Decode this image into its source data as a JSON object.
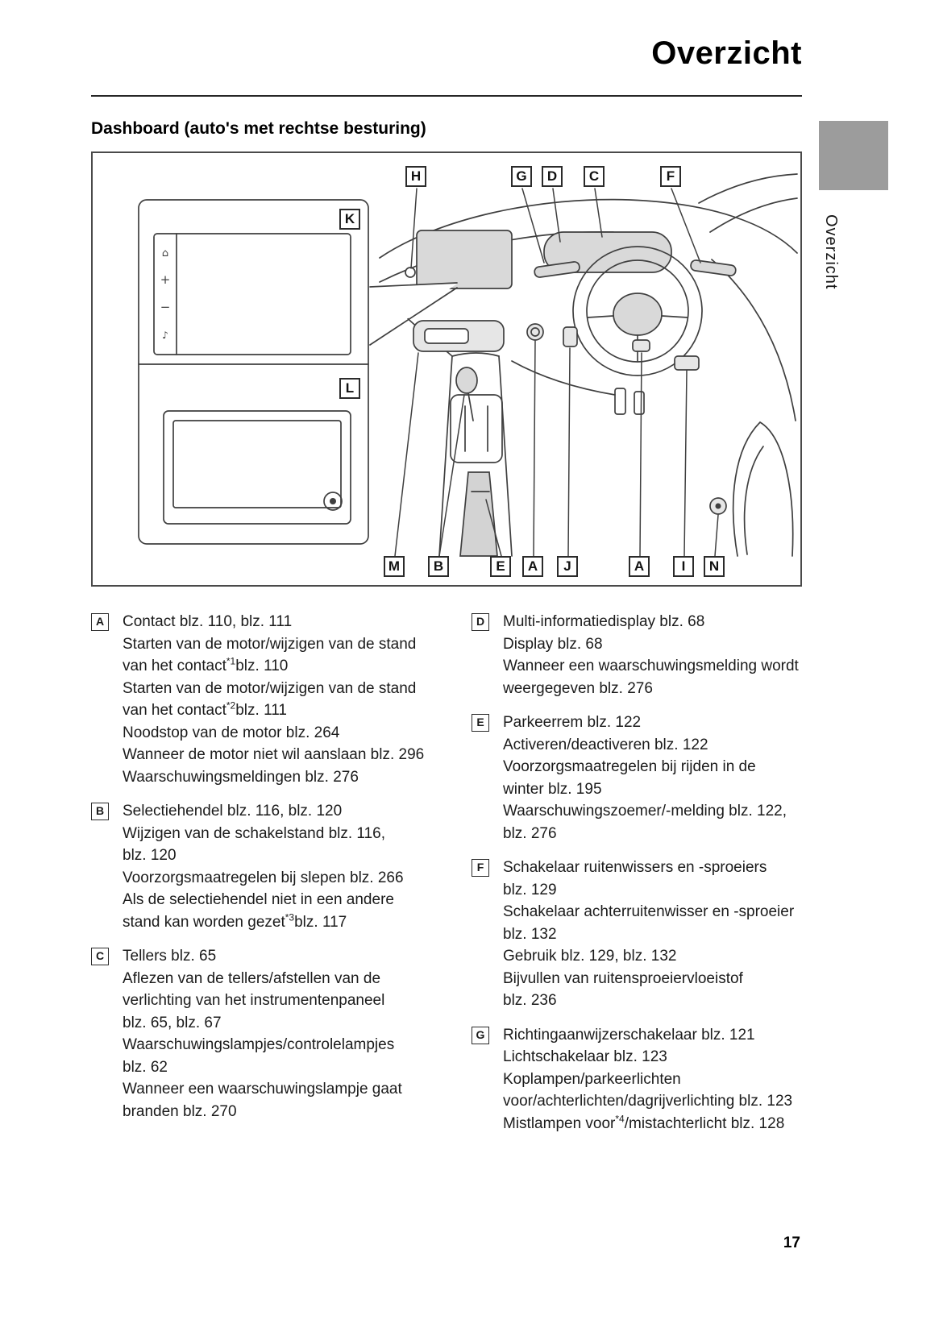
{
  "page": {
    "title": "Overzicht",
    "side_tab_label": "Overzicht",
    "heading": "Dashboard (auto's met rechtse besturing)",
    "page_number": "17"
  },
  "diagram": {
    "top_labels": [
      "H",
      "G",
      "D",
      "C",
      "F"
    ],
    "inset_labels": [
      "K",
      "L"
    ],
    "bottom_labels": [
      "M",
      "B",
      "E",
      "A",
      "J",
      "A",
      "I",
      "N"
    ],
    "screen_icons": {
      "home": "⌂",
      "plus": "+",
      "minus": "−",
      "media": "♪"
    }
  },
  "legend": {
    "left": [
      {
        "label": "A",
        "entries": [
          [
            {
              "t": "Contact blz. 110, blz. 111"
            }
          ],
          [
            {
              "t": "Starten van de motor/wijzigen van de stand van het contact"
            },
            {
              "t": "*1",
              "sup": true
            },
            {
              "t": "blz. 110"
            }
          ],
          [
            {
              "t": "Starten van de motor/wijzigen van de stand van het contact"
            },
            {
              "t": "*2",
              "sup": true
            },
            {
              "t": "blz. 111"
            }
          ],
          [
            {
              "t": "Noodstop van de motor blz. 264"
            }
          ],
          [
            {
              "t": "Wanneer de motor niet wil aanslaan blz. 296"
            }
          ],
          [
            {
              "t": "Waarschuwingsmeldingen blz. 276"
            }
          ]
        ]
      },
      {
        "label": "B",
        "entries": [
          [
            {
              "t": "Selectiehendel blz. 116, blz. 120"
            }
          ],
          [
            {
              "t": "Wijzigen van de schakelstand blz. 116, blz. 120"
            }
          ],
          [
            {
              "t": "Voorzorgsmaatregelen bij slepen blz. 266"
            }
          ],
          [
            {
              "t": "Als de selectiehendel niet in een andere stand kan worden gezet"
            },
            {
              "t": "*3",
              "sup": true
            },
            {
              "t": "blz. 117"
            }
          ]
        ]
      },
      {
        "label": "C",
        "entries": [
          [
            {
              "t": "Tellers blz. 65"
            }
          ],
          [
            {
              "t": "Aflezen van de tellers/afstellen van de verlichting van het instrumentenpaneel blz. 65, blz. 67"
            }
          ],
          [
            {
              "t": "Waarschuwingslampjes/controlelampjes blz. 62"
            }
          ],
          [
            {
              "t": "Wanneer een waarschuwingslampje gaat branden blz. 270"
            }
          ]
        ]
      }
    ],
    "right": [
      {
        "label": "D",
        "entries": [
          [
            {
              "t": "Multi-informatiedisplay blz. 68"
            }
          ],
          [
            {
              "t": "Display blz. 68"
            }
          ],
          [
            {
              "t": "Wanneer een waarschuwingsmelding wordt weergegeven blz. 276"
            }
          ]
        ]
      },
      {
        "label": "E",
        "entries": [
          [
            {
              "t": "Parkeerrem blz. 122"
            }
          ],
          [
            {
              "t": "Activeren/deactiveren blz. 122"
            }
          ],
          [
            {
              "t": "Voorzorgsmaatregelen bij rijden in de winter blz. 195"
            }
          ],
          [
            {
              "t": "Waarschuwingszoemer/-melding blz. 122, blz. 276"
            }
          ]
        ]
      },
      {
        "label": "F",
        "entries": [
          [
            {
              "t": "Schakelaar ruitenwissers en -sproeiers blz. 129"
            }
          ],
          [
            {
              "t": "Schakelaar achterruitenwisser en -sproeier blz. 132"
            }
          ],
          [
            {
              "t": "Gebruik blz. 129, blz. 132"
            }
          ],
          [
            {
              "t": "Bijvullen van ruitensproeiervloeistof blz. 236"
            }
          ]
        ]
      },
      {
        "label": "G",
        "entries": [
          [
            {
              "t": "Richtingaanwijzerschakelaar blz. 121"
            }
          ],
          [
            {
              "t": "Lichtschakelaar blz. 123"
            }
          ],
          [
            {
              "t": "Koplampen/parkeerlichten voor/achterlichten/dagrijverlichting blz. 123"
            }
          ],
          [
            {
              "t": "Mistlampen voor"
            },
            {
              "t": "*4",
              "sup": true
            },
            {
              "t": "/mistachterlicht blz. 128"
            }
          ]
        ]
      }
    ]
  }
}
